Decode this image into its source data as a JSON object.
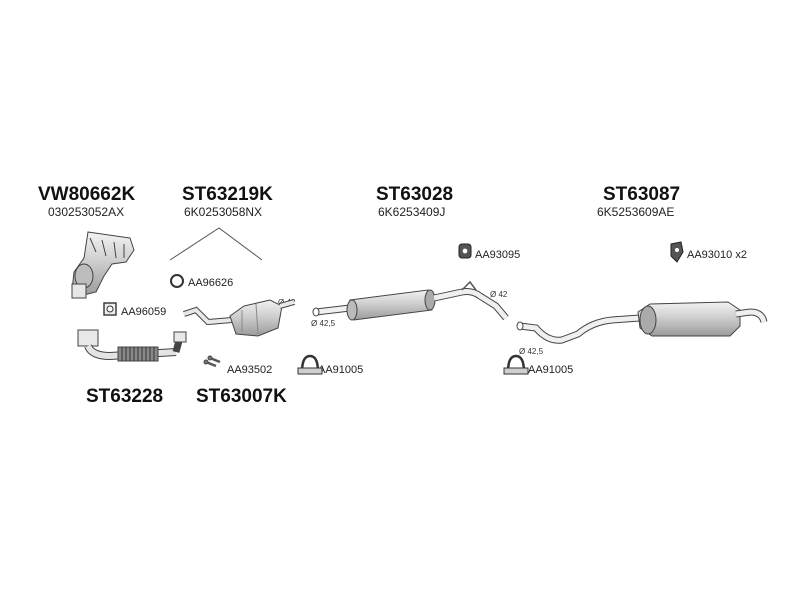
{
  "parts": [
    {
      "code": "VW80662K",
      "oem": "030253052AX"
    },
    {
      "code": "ST63219K",
      "oem": "6K0253058NX"
    },
    {
      "code": "ST63028",
      "oem": "6K6253409J"
    },
    {
      "code": "ST63087",
      "oem": "6K5253609AE"
    },
    {
      "code": "ST63228"
    },
    {
      "code": "ST63007K"
    }
  ],
  "accessories": {
    "gasket_1": "AA96626",
    "gasket_2": "AA96059",
    "bolts": "AA93502",
    "clamp_1": "AA91005",
    "clamp_2": "AA91005",
    "hanger_1": "AA93095",
    "hanger_2": "AA93010 x2"
  },
  "diameters": {
    "cat_out": "Ø 42",
    "mid_in": "Ø 42,5",
    "mid_out": "Ø 42",
    "rear_in": "Ø 42,5"
  },
  "colors": {
    "line": "#444444",
    "fill": "#d6d6d6",
    "dark": "#555555"
  }
}
